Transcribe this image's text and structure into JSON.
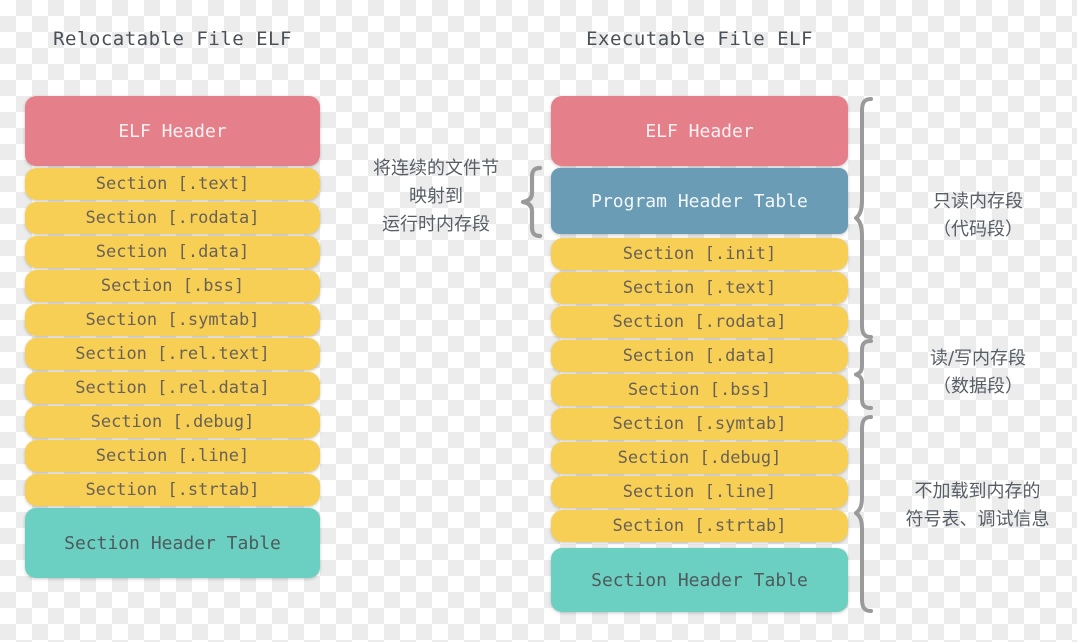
{
  "diagram": {
    "title_left": "Relocatable File ELF",
    "title_right": "Executable File ELF",
    "colors": {
      "elf_header": "#e5808a",
      "program_header_table": "#6a9cb5",
      "section": "#f7cf54",
      "section_header_table": "#6bd0c1",
      "text_dark": "#4a5057",
      "brace": "#9a9a9a",
      "background": "#ffffff"
    }
  },
  "left_column": {
    "title": "Relocatable File ELF",
    "blocks": [
      {
        "label": "ELF Header",
        "kind": "header"
      },
      {
        "label": "Section [.text]",
        "kind": "section"
      },
      {
        "label": "Section [.rodata]",
        "kind": "section"
      },
      {
        "label": "Section [.data]",
        "kind": "section"
      },
      {
        "label": "Section [.bss]",
        "kind": "section"
      },
      {
        "label": "Section [.symtab]",
        "kind": "section"
      },
      {
        "label": "Section [.rel.text]",
        "kind": "section"
      },
      {
        "label": "Section [.rel.data]",
        "kind": "section"
      },
      {
        "label": "Section [.debug]",
        "kind": "section"
      },
      {
        "label": "Section [.line]",
        "kind": "section"
      },
      {
        "label": "Section [.strtab]",
        "kind": "section"
      },
      {
        "label": "Section Header Table",
        "kind": "sht"
      }
    ]
  },
  "right_column": {
    "title": "Executable File ELF",
    "blocks": [
      {
        "label": "ELF Header",
        "kind": "header"
      },
      {
        "label": "Program Header Table",
        "kind": "pht"
      },
      {
        "label": "Section [.init]",
        "kind": "section"
      },
      {
        "label": "Section [.text]",
        "kind": "section"
      },
      {
        "label": "Section [.rodata]",
        "kind": "section"
      },
      {
        "label": "Section [.data]",
        "kind": "section"
      },
      {
        "label": "Section [.bss]",
        "kind": "section"
      },
      {
        "label": "Section [.symtab]",
        "kind": "section"
      },
      {
        "label": "Section [.debug]",
        "kind": "section"
      },
      {
        "label": "Section [.line]",
        "kind": "section"
      },
      {
        "label": "Section [.strtab]",
        "kind": "section"
      },
      {
        "label": "Section Header Table",
        "kind": "sht"
      }
    ]
  },
  "center_note": {
    "text": "将连续的文件节\n映射到\n运行时内存段"
  },
  "right_notes": [
    {
      "text": "只读内存段\n（代码段）"
    },
    {
      "text": "读/写内存段\n（数据段）"
    },
    {
      "text": "不加载到内存的\n符号表、调试信息"
    }
  ]
}
